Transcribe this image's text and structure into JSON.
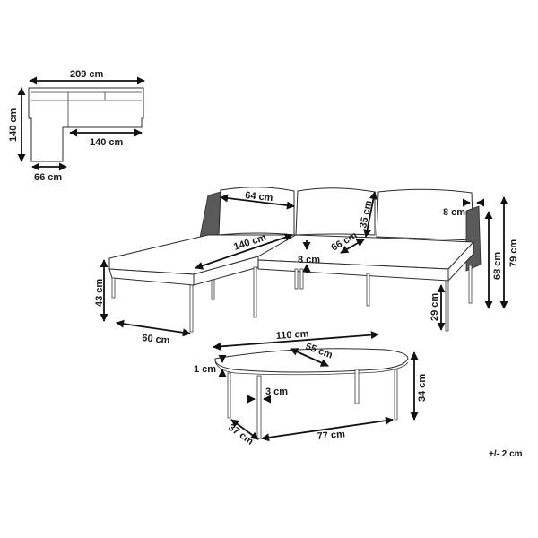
{
  "diagram": {
    "type": "product-dimension-drawing",
    "subject": "outdoor corner sofa set with coffee table",
    "top_view": {
      "width": "209 cm",
      "depth": "140 cm",
      "chaise_width": "66 cm",
      "inner_length": "140 cm"
    },
    "sofa": {
      "cushion_width": "64 cm",
      "chaise_length": "140 cm",
      "backrest_height": "35 cm",
      "seat_depth": "66 cm",
      "cushion_thickness": "8 cm",
      "armrest_thickness": "8 cm",
      "seat_height": "43 cm",
      "chaise_front_width": "60 cm",
      "leg_height": "29 cm",
      "armrest_height": "68 cm",
      "total_height": "79 cm"
    },
    "table": {
      "length": "110 cm",
      "width": "55 cm",
      "top_thickness": "1 cm",
      "leg_thickness": "3 cm",
      "height": "34 cm",
      "base_depth": "37 cm",
      "base_length": "77 cm"
    },
    "tolerance": "+/- 2 cm"
  }
}
